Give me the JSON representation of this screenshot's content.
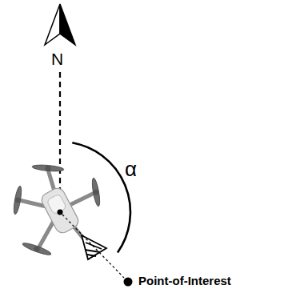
{
  "diagram": {
    "labels": [
      "N",
      "α",
      "Point-of-Interest"
    ]
  }
}
